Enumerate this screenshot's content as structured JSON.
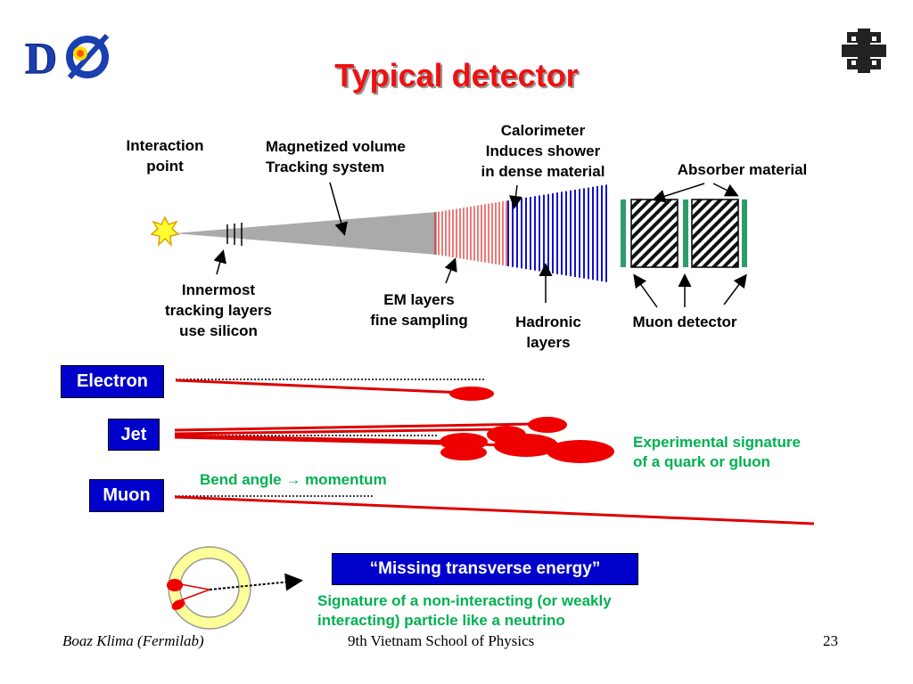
{
  "slide": {
    "title": "Typical detector",
    "labels": {
      "interaction_point": [
        "Interaction",
        "point"
      ],
      "magnetized_volume": [
        "Magnetized volume",
        "Tracking system"
      ],
      "calorimeter": [
        "Calorimeter",
        "Induces shower",
        "in dense material"
      ],
      "absorber": "Absorber material",
      "innermost": [
        "Innermost",
        "tracking layers",
        "use silicon"
      ],
      "em_layers": [
        "EM layers",
        "fine sampling"
      ],
      "hadronic": [
        "Hadronic",
        "layers"
      ],
      "muon_detector": "Muon detector"
    },
    "particles": {
      "electron": "Electron",
      "jet": "Jet",
      "muon": "Muon"
    },
    "jet_note": [
      "Experimental signature",
      "of a quark or gluon"
    ],
    "bend_note": "Bend angle → momentum",
    "missing_box": "“Missing transverse energy”",
    "missing_note": [
      "Signature of a non-interacting (or weakly",
      "interacting) particle like a neutrino"
    ],
    "footer": {
      "author": "Boaz Klima (Fermilab)",
      "event": "9th Vietnam School of Physics",
      "page": "23"
    },
    "logos": {
      "left": "DØ",
      "right": "fermilab-logo"
    },
    "colors": {
      "title": "#ee1111",
      "tag_bg": "#0000cc",
      "em_layer": "#dd2222",
      "hadronic_layer": "#1111cc",
      "muon_chamber": "#2e9b6b",
      "track": "#dd0000",
      "note": "#00b050"
    }
  }
}
